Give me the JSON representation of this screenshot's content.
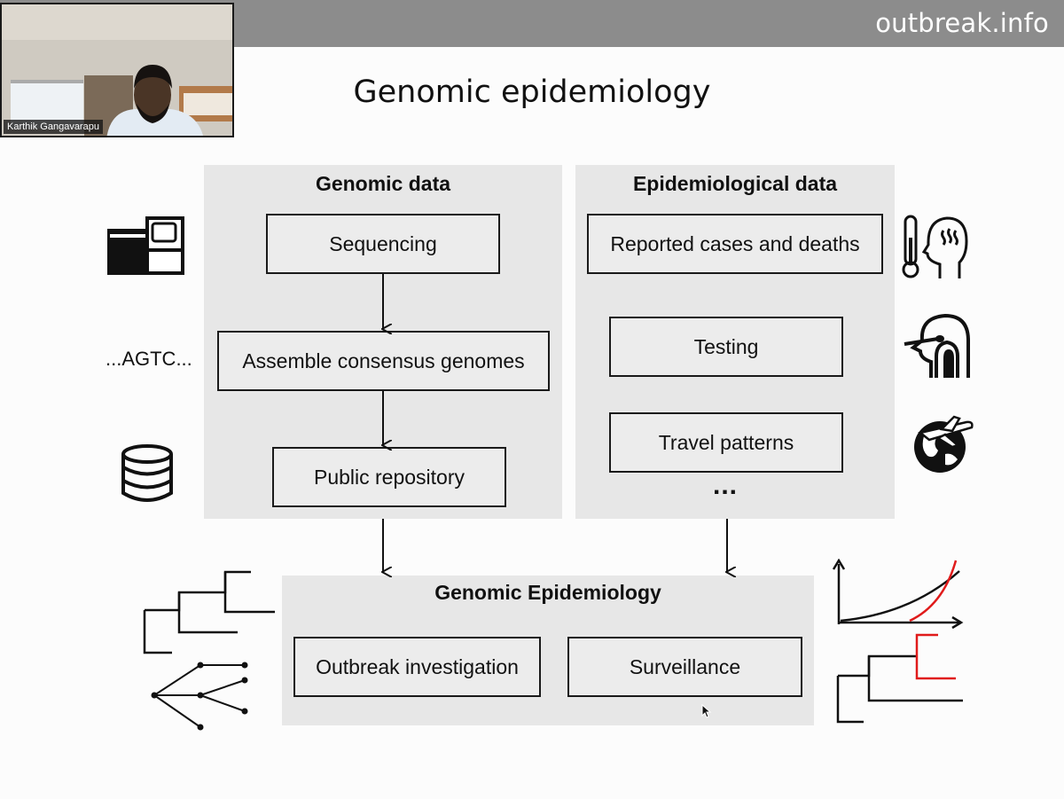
{
  "header": {
    "brand": "outbreak.info"
  },
  "video": {
    "participant_name": "Karthik Gangavarapu"
  },
  "slide": {
    "title": "Genomic epidemiology",
    "genomic_panel": {
      "heading": "Genomic data",
      "steps": [
        "Sequencing",
        "Assemble consensus genomes",
        "Public repository"
      ]
    },
    "epi_panel": {
      "heading": "Epidemiological data",
      "steps": [
        "Reported cases and deaths",
        "Testing",
        "Travel patterns"
      ],
      "more": "..."
    },
    "sequence_text": "...AGTC...",
    "bottom_panel": {
      "heading": "Genomic Epidemiology",
      "boxes": [
        "Outbreak investigation",
        "Surveillance"
      ]
    }
  },
  "icons": {
    "sequencer": "sequencer-icon",
    "database": "database-icon",
    "thermometer": "thermometer-head-icon",
    "swab": "nasal-swab-icon",
    "travel": "plane-globe-icon",
    "phylo_tree": "phylogenetic-tree-icon",
    "transmission": "transmission-network-icon",
    "growth_chart": "growth-curve-icon",
    "tree_highlight": "highlighted-tree-icon"
  },
  "colors": {
    "highlight": "#e01b1b",
    "panel": "#e7e7e7",
    "bar": "#8c8c8c"
  }
}
